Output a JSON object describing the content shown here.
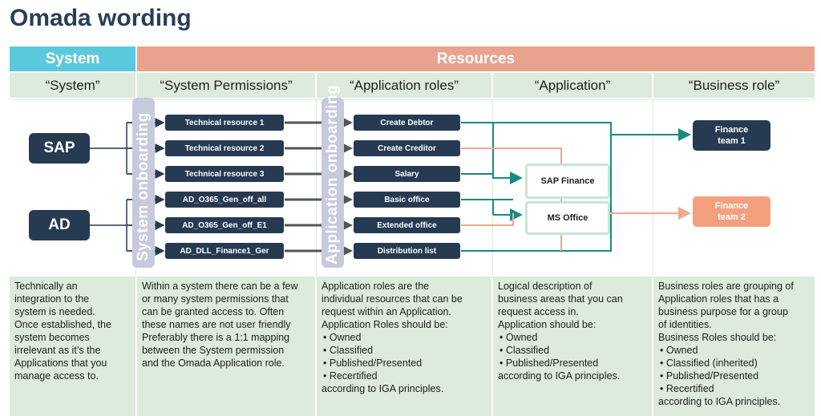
{
  "title": "Omada wording",
  "headers": {
    "system": "System",
    "resources": "Resources"
  },
  "columns": [
    "“System”",
    "“System Permissions”",
    "“Application roles”",
    "“Application”",
    "“Business role”"
  ],
  "systems": [
    "SAP",
    "AD"
  ],
  "onboarding": {
    "system": "System onboarding",
    "application": "Application onboarding"
  },
  "permissions": [
    "Technical resource 1",
    "Technical resource 2",
    "Technical resource 3",
    "AD_O365_Gen_off_all",
    "AD_O365_Gen_off_E1",
    "AD_DLL_Finance1_Ger"
  ],
  "app_roles": [
    "Create Debtor",
    "Create Creditor",
    "Salary",
    "Basic office",
    "Extended office",
    "Distribution list"
  ],
  "applications": [
    "SAP Finance",
    "MS Office"
  ],
  "business_roles": [
    {
      "line1": "Finance",
      "line2": "team 1"
    },
    {
      "line1": "Finance",
      "line2": "team 2"
    }
  ],
  "colors": {
    "dark": "#263a52",
    "teal": "#1a8a82",
    "salmon": "#f2a88d",
    "system_header": "#5bc9dc",
    "resources_header": "#e9a38d",
    "green_bg": "#dcebdc"
  },
  "descriptions": {
    "system": [
      "Technically an",
      "integration to the",
      "system is needed.",
      "Once established, the",
      "system becomes",
      "irrelevant as it’s the",
      "Applications that you",
      "manage access to."
    ],
    "permissions": [
      "Within a system there can be a few",
      "or many system permissions that",
      "can be granted access to. Often",
      "these names are not user friendly",
      "Preferably there is a 1:1 mapping",
      "between the System permission",
      "and the Omada Application role."
    ],
    "app_roles": {
      "lines": [
        "Application roles are the",
        "individual  resources that can be",
        "request within an Application.",
        "Application Roles should be:"
      ],
      "bullets": [
        "Owned",
        "Classified",
        "Published/Presented",
        "Recertified"
      ],
      "footer": "according to IGA principles."
    },
    "application": {
      "lines": [
        "Logical description of",
        "business areas that you can",
        "request access in.",
        "Application should be:"
      ],
      "bullets": [
        "Owned",
        "Classified",
        "Published/Presented"
      ],
      "footer": "according to IGA principles."
    },
    "business_role": {
      "lines": [
        "Business roles are grouping of",
        "Application roles that has a",
        "business purpose for a group",
        "of identities.",
        "Business Roles should be:"
      ],
      "bullets": [
        "Owned",
        "Classified (inherited)",
        "Published/Presented",
        "Recertified"
      ],
      "footer": "according to IGA principles."
    }
  }
}
